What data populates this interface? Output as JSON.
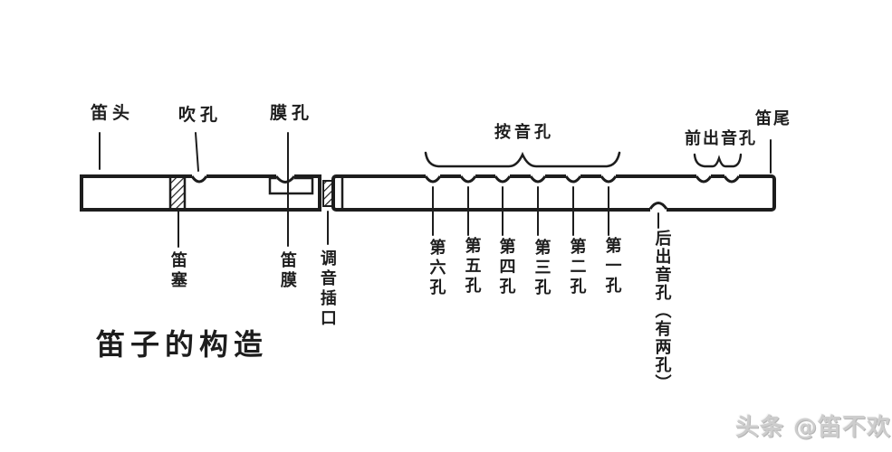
{
  "colors": {
    "ink": "#1d1d1d",
    "watermark": "#cdcdcd",
    "background": "#ffffff"
  },
  "diagram": {
    "top_labels": {
      "flute_head": "笛头",
      "blow_hole": "吹孔",
      "membrane_hole": "膜孔",
      "finger_holes_group": "按音孔",
      "front_sound_holes": "前出音孔",
      "flute_tail": "笛尾"
    },
    "bottom_labels": {
      "flute_plug": "笛塞",
      "flute_membrane": "笛膜",
      "tuning_socket": "调音插口",
      "back_sound_hole": "后出音孔（有两孔）"
    },
    "finger_hole_labels": [
      "第六孔",
      "第五孔",
      "第四孔",
      "第三孔",
      "第二孔",
      "第一孔"
    ]
  },
  "title": "笛子的构造",
  "watermark": "头条 @笛不欢"
}
